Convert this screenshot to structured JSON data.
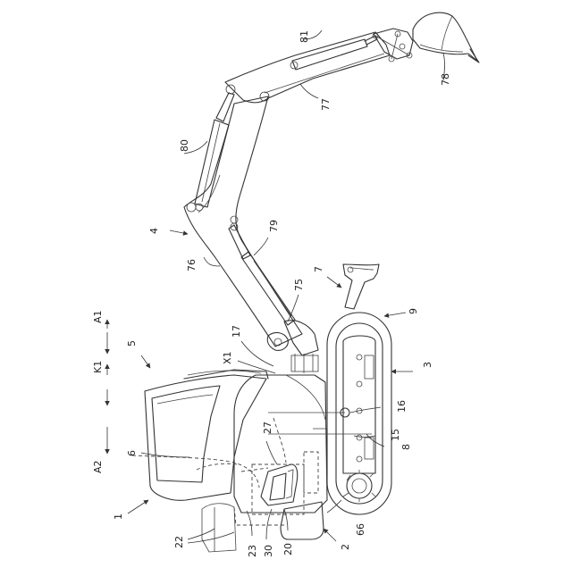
{
  "figure": {
    "labels": [
      {
        "id": "l1",
        "text": "1"
      },
      {
        "id": "l2",
        "text": "2"
      },
      {
        "id": "l3",
        "text": "3"
      },
      {
        "id": "l4",
        "text": "4"
      },
      {
        "id": "l5",
        "text": "5"
      },
      {
        "id": "l6",
        "text": "6"
      },
      {
        "id": "l7",
        "text": "7"
      },
      {
        "id": "l8",
        "text": "8"
      },
      {
        "id": "l9",
        "text": "9"
      },
      {
        "id": "l15",
        "text": "15"
      },
      {
        "id": "l16",
        "text": "16"
      },
      {
        "id": "l17",
        "text": "17"
      },
      {
        "id": "l20",
        "text": "20"
      },
      {
        "id": "l22",
        "text": "22"
      },
      {
        "id": "l23",
        "text": "23"
      },
      {
        "id": "l27",
        "text": "27"
      },
      {
        "id": "l30",
        "text": "30"
      },
      {
        "id": "l66",
        "text": "66"
      },
      {
        "id": "l75",
        "text": "75"
      },
      {
        "id": "l76",
        "text": "76"
      },
      {
        "id": "l77",
        "text": "77"
      },
      {
        "id": "l78",
        "text": "78"
      },
      {
        "id": "l79",
        "text": "79"
      },
      {
        "id": "l80",
        "text": "80"
      },
      {
        "id": "l81",
        "text": "81"
      },
      {
        "id": "lX1",
        "text": "X1"
      },
      {
        "id": "lA1",
        "text": "A1"
      },
      {
        "id": "lK1",
        "text": "K1"
      },
      {
        "id": "lA2",
        "text": "A2"
      }
    ]
  }
}
